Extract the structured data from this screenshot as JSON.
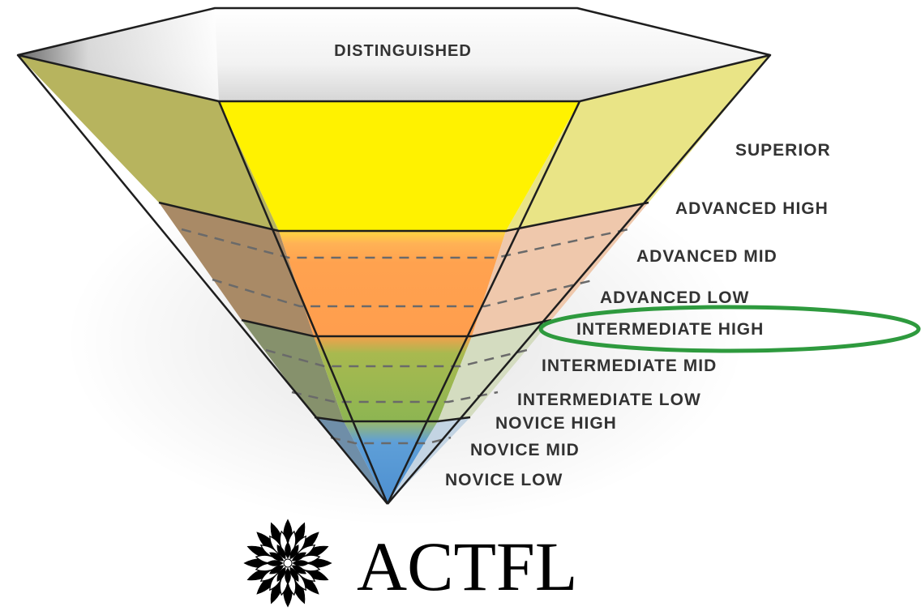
{
  "diagram": {
    "top_label": "DISTINGUISHED",
    "levels": [
      {
        "id": "superior",
        "label": "SUPERIOR"
      },
      {
        "id": "advanced-high",
        "label": "ADVANCED HIGH"
      },
      {
        "id": "advanced-mid",
        "label": "ADVANCED MID"
      },
      {
        "id": "advanced-low",
        "label": "ADVANCED LOW"
      },
      {
        "id": "intermediate-high",
        "label": "INTERMEDIATE HIGH",
        "highlighted": true
      },
      {
        "id": "intermediate-mid",
        "label": "INTERMEDIATE MID"
      },
      {
        "id": "intermediate-low",
        "label": "INTERMEDIATE LOW"
      },
      {
        "id": "novice-high",
        "label": "NOVICE HIGH"
      },
      {
        "id": "novice-mid",
        "label": "NOVICE MID"
      },
      {
        "id": "novice-low",
        "label": "NOVICE LOW"
      }
    ],
    "highlight_color": "#2e9a3e",
    "band_colors": {
      "superior": "#fff200",
      "advanced": "#ffa24f",
      "intermediate": "#93b94d",
      "novice": "#5b9bd5"
    }
  },
  "logo": {
    "text": "ACTFL"
  }
}
